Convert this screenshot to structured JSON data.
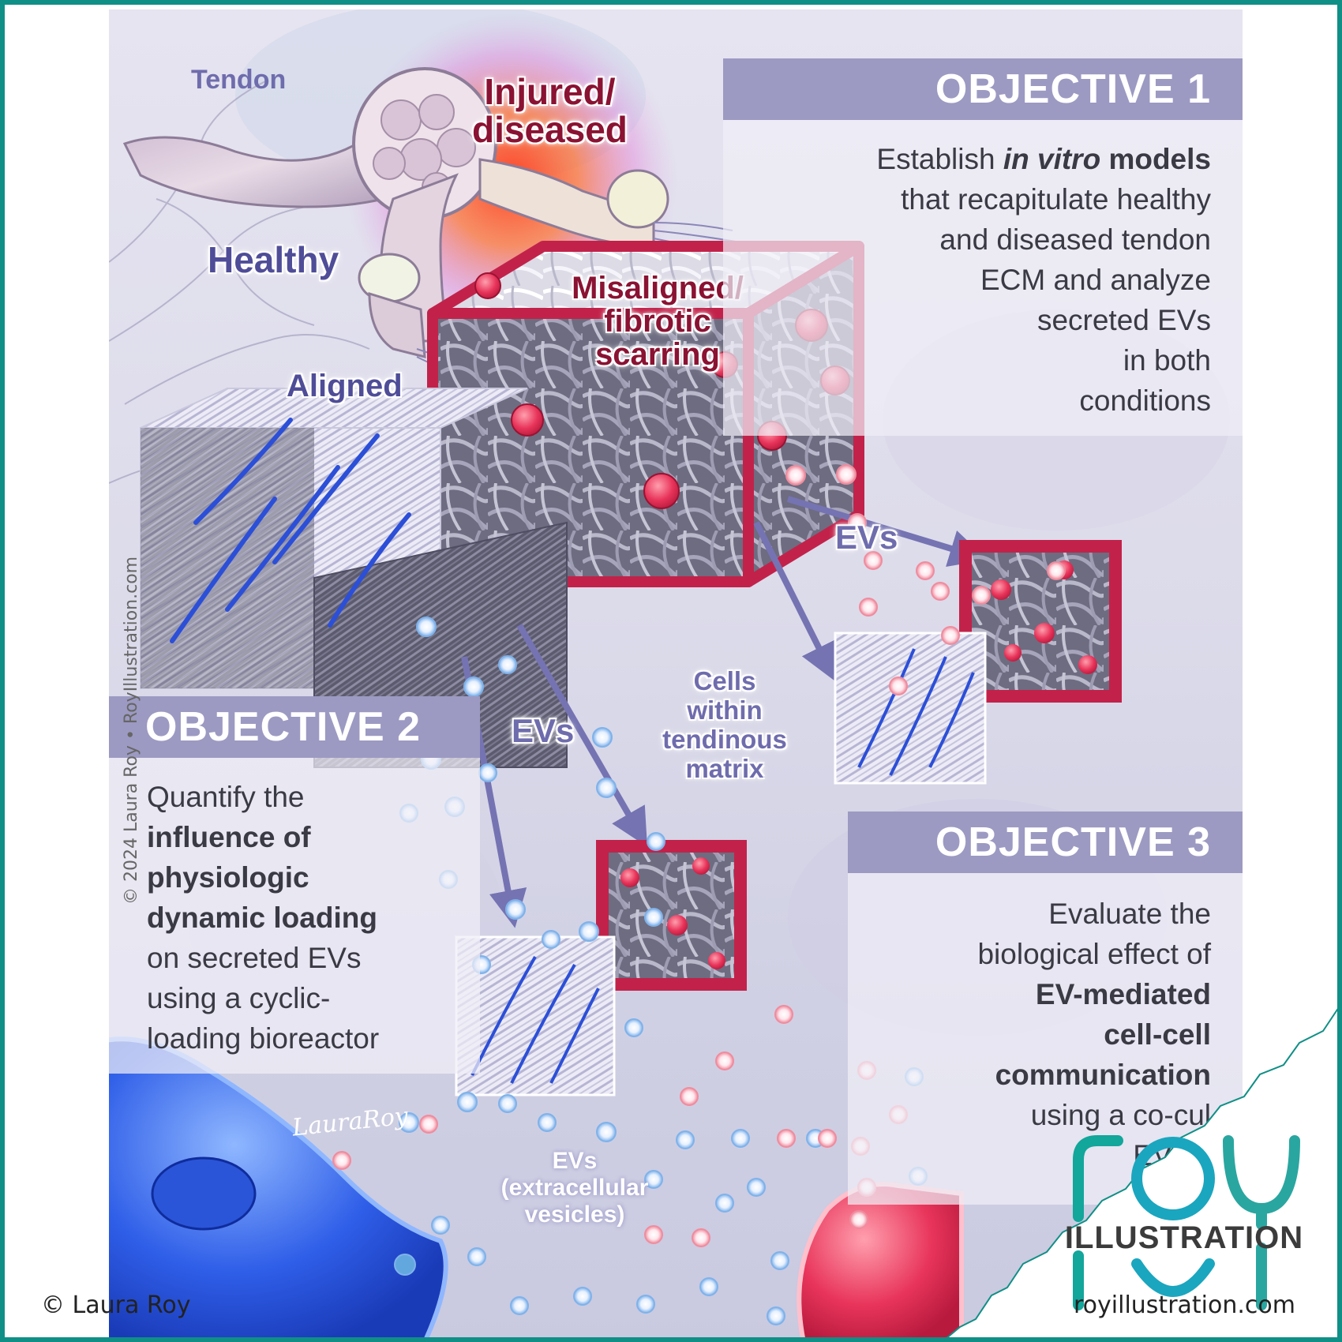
{
  "labels": {
    "tendon": "Tendon",
    "injured": [
      "Injured/",
      "diseased"
    ],
    "healthy": "Healthy",
    "misaligned": [
      "Misaligned/",
      "fibrotic",
      "scarring"
    ],
    "aligned": "Aligned",
    "evs_right": "EVs",
    "evs_left": "EVs",
    "cells_within": [
      "Cells",
      "within",
      "tendinous",
      "matrix"
    ],
    "evs_bottom": [
      "EVs",
      "(extracellular",
      "vesicles)"
    ],
    "signature": "LauraRoy"
  },
  "objectives": [
    {
      "title": "OBJECTIVE 1",
      "lines": [
        [
          {
            "t": "Establish "
          },
          {
            "t": "in vitro",
            "b": true,
            "i": true
          },
          {
            "t": " models",
            "b": true
          }
        ],
        [
          {
            "t": "that recapitulate healthy"
          }
        ],
        [
          {
            "t": "and diseased tendon"
          }
        ],
        [
          {
            "t": "ECM and analyze"
          }
        ],
        [
          {
            "t": "secreted EVs"
          }
        ],
        [
          {
            "t": "in both"
          }
        ],
        [
          {
            "t": "conditions"
          }
        ]
      ]
    },
    {
      "title": "OBJECTIVE 2",
      "lines": [
        [
          {
            "t": "Quantify the"
          }
        ],
        [
          {
            "t": "influence of",
            "b": true
          }
        ],
        [
          {
            "t": "physiologic",
            "b": true
          }
        ],
        [
          {
            "t": "dynamic loading",
            "b": true
          }
        ],
        [
          {
            "t": "on secreted EVs"
          }
        ],
        [
          {
            "t": "using a cyclic-"
          }
        ],
        [
          {
            "t": "loading bioreactor"
          }
        ]
      ]
    },
    {
      "title": "OBJECTIVE 3",
      "lines": [
        [
          {
            "t": "Evaluate the"
          }
        ],
        [
          {
            "t": "biological effect of"
          }
        ],
        [
          {
            "t": "EV-mediated",
            "b": true
          }
        ],
        [
          {
            "t": "cell-cell",
            "b": true
          }
        ],
        [
          {
            "t": "communication",
            "b": true
          }
        ],
        [
          {
            "t": "using a co-cul"
          }
        ],
        [
          {
            "t": "EV-co"
          }
        ]
      ]
    }
  ],
  "credits": {
    "vertical": "© 2024 Laura Roy • RoyIllustration.com",
    "bottom_left": "© Laura Roy",
    "logo_word": "ILLUSTRATION",
    "logo_url": "royillustration.com"
  },
  "colors": {
    "banner": "#9c9ac2",
    "label_purple": "#5b5a9e",
    "label_red": "#8a1232",
    "cube_red": "#c2224a",
    "teal": "#17a39a",
    "ev_blue": "#7fb2ea",
    "ev_pink": "#ef8c9e"
  }
}
